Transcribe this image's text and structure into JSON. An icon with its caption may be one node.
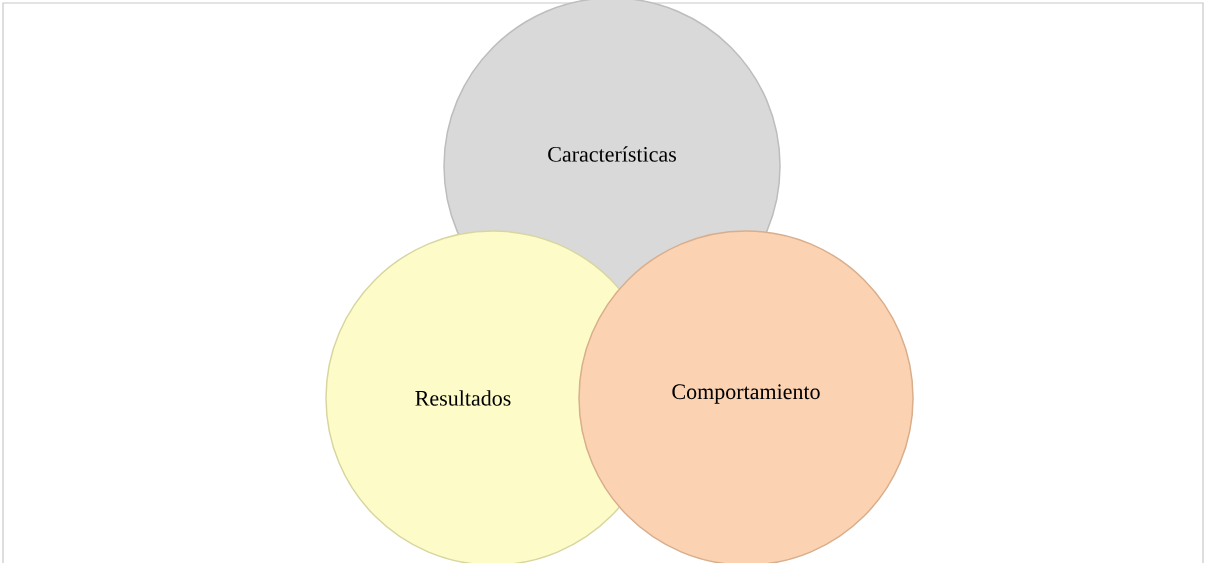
{
  "diagram": {
    "nodes": [
      {
        "text": [
          "Características"
        ]
      },
      {
        "text": [
          "Resultados"
        ]
      },
      {
        "text": [
          "Comportamiento"
        ]
      }
    ]
  }
}
